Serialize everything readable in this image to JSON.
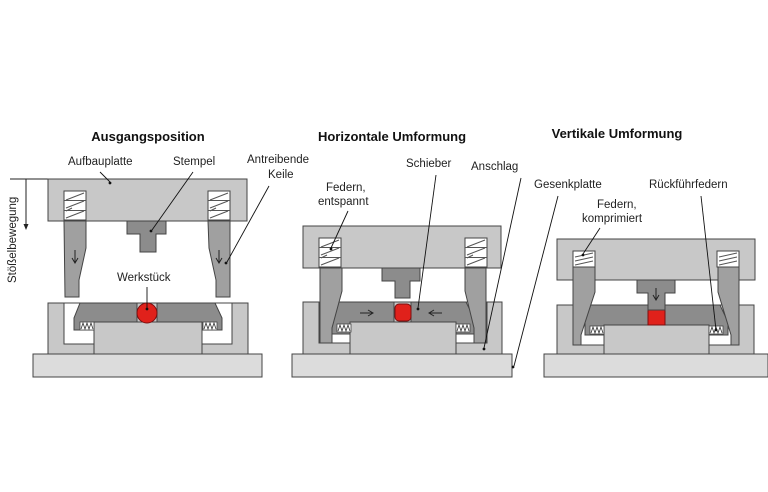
{
  "colors": {
    "plate": "#c8c8c8",
    "base": "#dcdcdc",
    "slider": "#8c8c8c",
    "wedge": "#a0a0a0",
    "workpiece": "#e0211b",
    "outline": "#444444"
  },
  "axis_label": "Stößelbewegung",
  "panels": [
    {
      "title": "Ausgangsposition",
      "labels": {
        "mounting_plate": "Aufbauplatte",
        "punch": "Stempel",
        "driving_wedges_line1": "Antreibende",
        "driving_wedges_line2": "Keile",
        "workpiece": "Werkstück"
      }
    },
    {
      "title": "Horizontale Umformung",
      "labels": {
        "springs_line1": "Federn,",
        "springs_line2": "entspannt",
        "slider": "Schieber",
        "stop": "Anschlag"
      }
    },
    {
      "title": "Vertikale Umformung",
      "labels": {
        "die_plate": "Gesenkplatte",
        "springs_line1": "Federn,",
        "springs_line2": "komprimiert",
        "return_springs": "Rückführfedern"
      }
    }
  ]
}
